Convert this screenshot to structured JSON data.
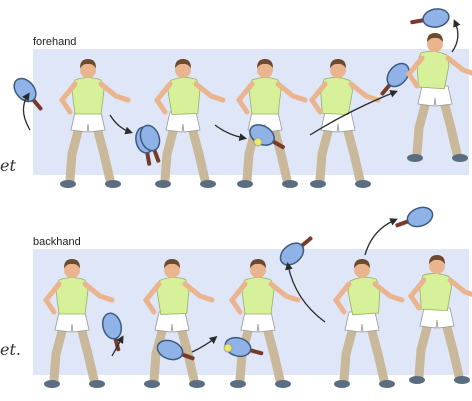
{
  "panels": [
    {
      "label": "forehand",
      "frames": 5
    },
    {
      "label": "backhand",
      "frames": 5
    }
  ],
  "margin_fragments": [
    "et",
    "et."
  ],
  "colors": {
    "band": "#dfe6f7",
    "shirt": "#d7f09a",
    "shorts": "#ffffff",
    "pants": "#c9b89a",
    "skin": "#e9b48e",
    "hair": "#6b4a2f",
    "shoe": "#5b6d80",
    "racket_face": "#8fb3e6",
    "racket_handle": "#7a3a2a",
    "ball": "#e8e86a",
    "arrow": "#2b2b2b"
  }
}
